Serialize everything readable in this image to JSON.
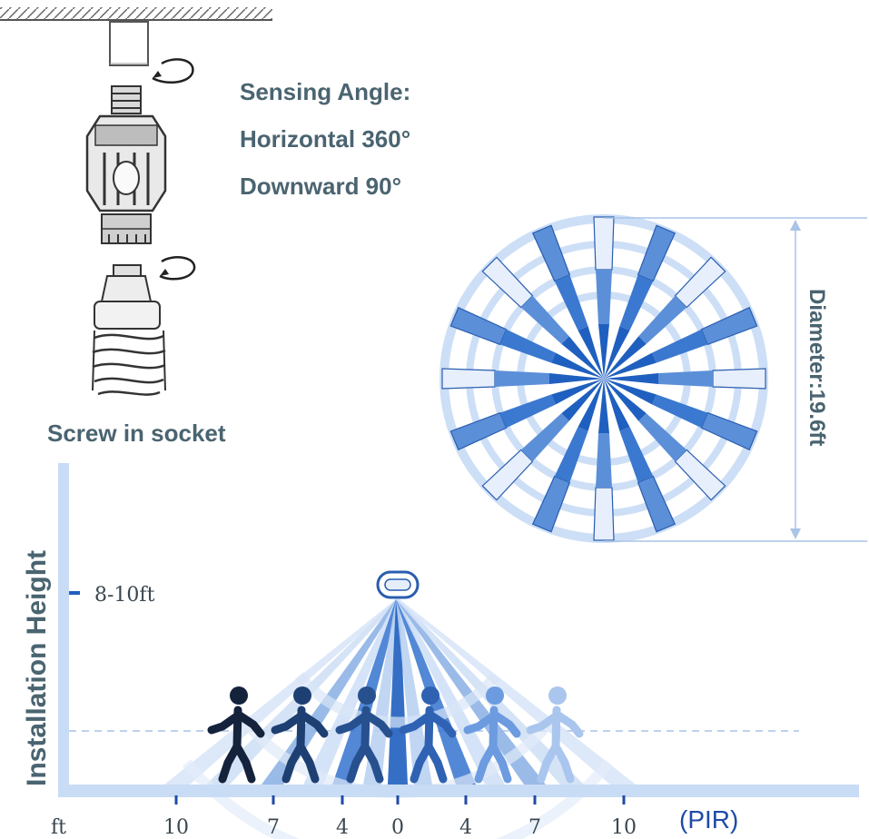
{
  "sensing": {
    "title": "Sensing Angle:",
    "horizontal": "Horizontal 360°",
    "downward": "Downward 90°"
  },
  "screw_label": "Screw in socket",
  "diameter_label": "Diameter:19.6ft",
  "height_axis": {
    "title": "Installation Height",
    "marker_label": "8-10ft"
  },
  "range_axis": {
    "unit": "ft",
    "ticks": [
      "10",
      "7",
      "4",
      "0",
      "4",
      "7",
      "10"
    ],
    "sensor_label": "(PIR)"
  },
  "colors": {
    "text": "#4a6470",
    "axis_blue": "#c9dcf5",
    "beam_dark": "#1f5fbf",
    "beam_mid": "#5b8fd8",
    "beam_light": "#cfe0f7",
    "ring": "#c4d8f4"
  },
  "icons": [
    "ceiling-icon",
    "socket-adapter-icon",
    "pir-sensor-icon",
    "cfl-bulb-icon",
    "rotate-arrow-icon",
    "walking-person-icon",
    "pir-sensor-head-icon"
  ]
}
